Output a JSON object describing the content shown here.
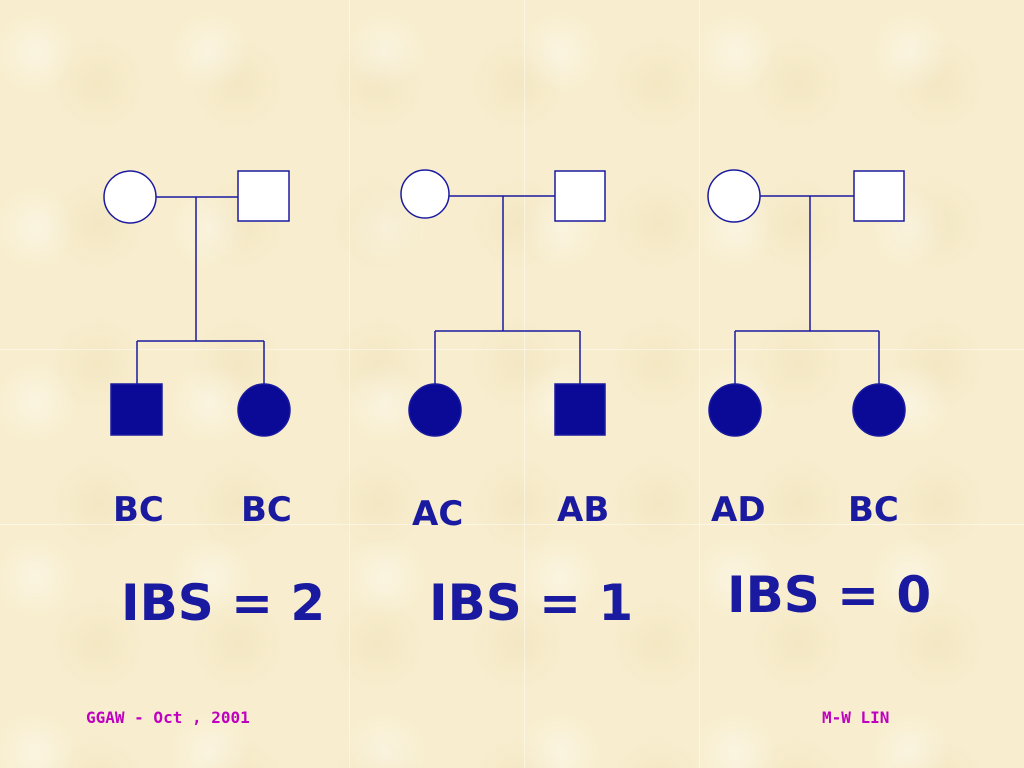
{
  "colors": {
    "line": "#1a1aa0",
    "affected_fill": "#0a0a96",
    "unaffected_fill": "#ffffff",
    "footer": "#c000c0"
  },
  "pedigrees": [
    {
      "children": [
        {
          "symbol": "square",
          "affected": true,
          "genotype": "BC"
        },
        {
          "symbol": "circle",
          "affected": true,
          "genotype": "BC"
        }
      ],
      "ibs_label": "IBS = 2"
    },
    {
      "children": [
        {
          "symbol": "circle",
          "affected": true,
          "genotype": "AC"
        },
        {
          "symbol": "square",
          "affected": true,
          "genotype": "AB"
        }
      ],
      "ibs_label": "IBS = 1"
    },
    {
      "children": [
        {
          "symbol": "circle",
          "affected": true,
          "genotype": "AD"
        },
        {
          "symbol": "circle",
          "affected": true,
          "genotype": "BC"
        }
      ],
      "ibs_label": "IBS = 0"
    }
  ],
  "footer": {
    "left": "GGAW - Oct , 2001",
    "right": "M-W LIN"
  }
}
